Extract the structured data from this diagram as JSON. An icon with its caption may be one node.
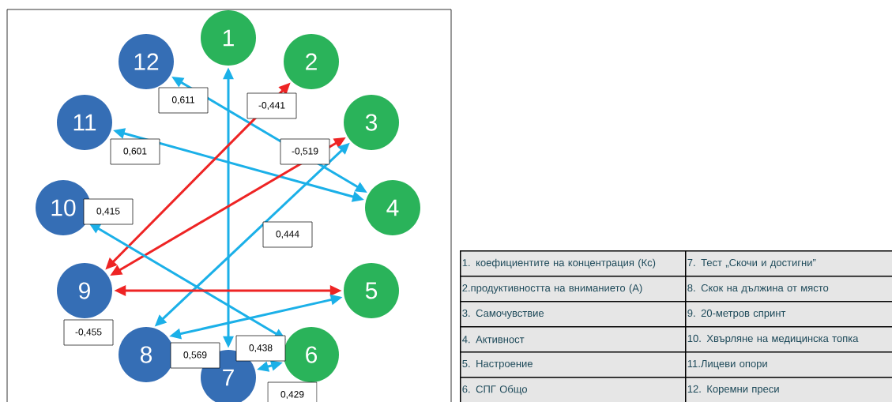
{
  "diagram": {
    "nodes": [
      {
        "text": [
          "1"
        ]
      },
      {
        "text": [
          "2"
        ]
      },
      {
        "text": [
          "3"
        ]
      },
      {
        "text": [
          "4"
        ]
      },
      {
        "text": [
          "5"
        ]
      },
      {
        "text": [
          "6"
        ]
      },
      {
        "text": [
          "7"
        ]
      },
      {
        "text": [
          "8"
        ]
      },
      {
        "text": [
          "9"
        ]
      },
      {
        "text": [
          "10"
        ]
      },
      {
        "text": [
          "11"
        ]
      },
      {
        "text": [
          "12"
        ]
      }
    ],
    "edges": [
      {
        "from": 3,
        "to": 11,
        "arrow": "both",
        "label": "0,611"
      },
      {
        "from": 3,
        "to": 10,
        "arrow": "both",
        "label": "0,601"
      },
      {
        "from": 0,
        "to": 6,
        "arrow": "both",
        "label": "0,438"
      },
      {
        "from": 1,
        "to": 8,
        "arrow": "both",
        "label": "-0,441",
        "color": "#ee2424"
      },
      {
        "from": 2,
        "to": 8,
        "arrow": "both",
        "label": "-0,519",
        "color": "#ee2424"
      },
      {
        "from": 2,
        "to": 7,
        "arrow": "both",
        "label": "0,444"
      },
      {
        "from": 9,
        "to": 5,
        "arrow": "both",
        "label": "0,415"
      },
      {
        "from": 4,
        "to": 8,
        "arrow": "both",
        "label": "-0,455",
        "color": "#ee2424"
      },
      {
        "from": 4,
        "to": 7,
        "arrow": "both",
        "label": "0,569"
      },
      {
        "from": 5,
        "to": 6,
        "arrow": "both",
        "label": "0,429"
      }
    ],
    "labels": [
      "1. коефициентите на концентрация (Кс)",
      "7. Тест „Скочи и достигни”",
      "2.продуктивността на вниманието (А)",
      "8. Скок на дължина от място",
      "3. Самочувствие",
      "9. 20-метров спринт",
      "4. Активност",
      "10. Хвърляне на медицинска топка",
      "5. Настроение",
      "11.Лицеви опори",
      "6. СПГ Общо",
      "12. Коремни преси"
    ]
  }
}
